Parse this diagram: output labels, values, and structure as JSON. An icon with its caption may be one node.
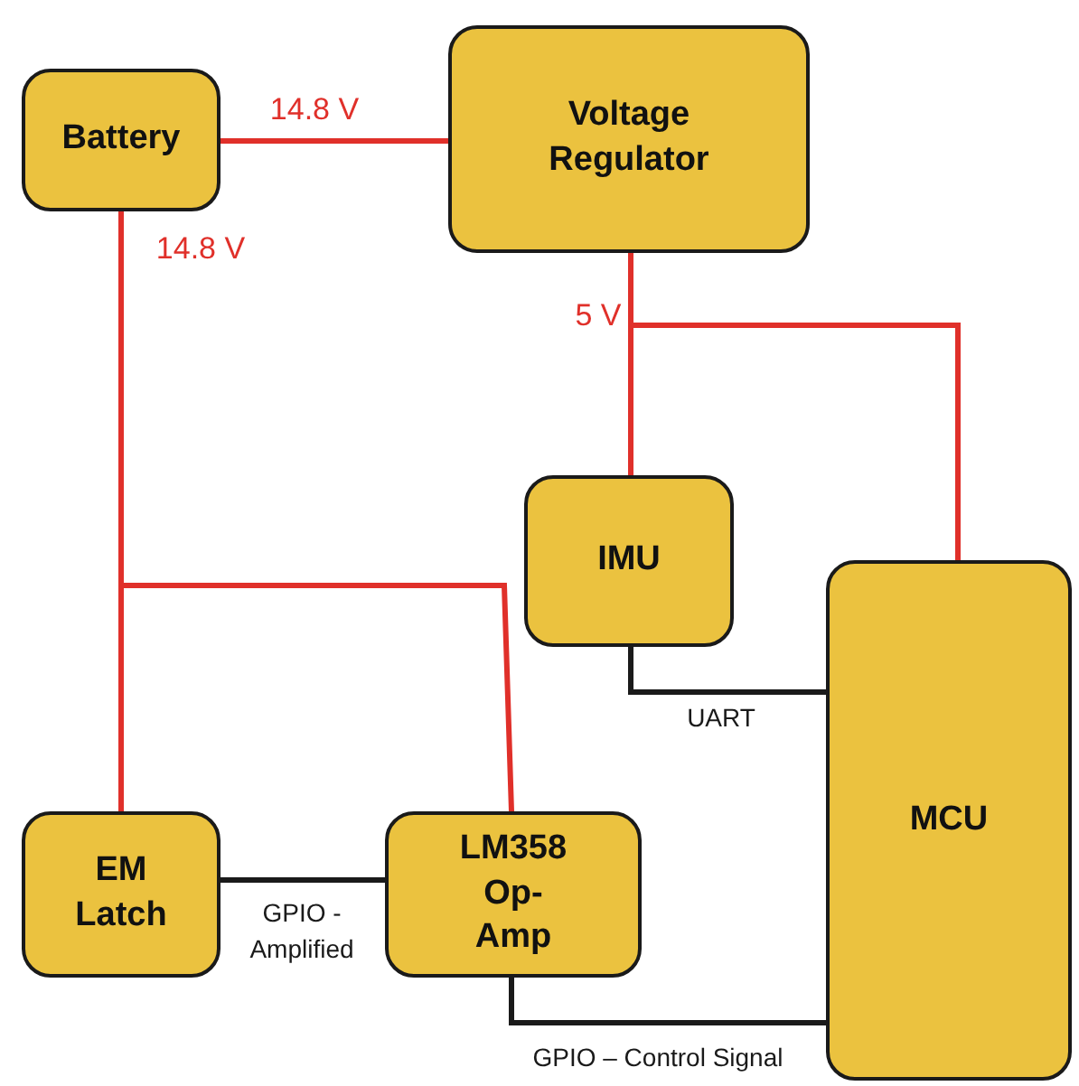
{
  "diagram": {
    "nodes": [
      {
        "text": [
          "Battery"
        ]
      },
      {
        "text": [
          "Voltage Regulator"
        ]
      },
      {
        "text": [
          "IMU"
        ]
      },
      {
        "text": [
          "MCU"
        ]
      },
      {
        "text": [
          "EM Latch"
        ]
      },
      {
        "text": [
          "LM358 Op-Amp"
        ]
      }
    ],
    "edges": [
      {
        "from": 0,
        "to": 1,
        "arrow": "none",
        "label": "14.8 V"
      },
      {
        "from": 0,
        "to": 4,
        "arrow": "none",
        "label": "14.8 V"
      },
      {
        "from": 0,
        "to": 5,
        "arrow": "none"
      },
      {
        "from": 1,
        "to": 2,
        "arrow": "none",
        "label": "5 V"
      },
      {
        "from": 1,
        "to": 3,
        "arrow": "none"
      },
      {
        "from": 2,
        "to": 3,
        "arrow": "none",
        "label": "UART",
        "color": "#1a1a1a"
      },
      {
        "from": 4,
        "to": 5,
        "arrow": "none",
        "label": "GPIO - Amplified",
        "color": "#1a1a1a"
      },
      {
        "from": 5,
        "to": 3,
        "arrow": "none",
        "label": "GPIO – Control Signal",
        "color": "#1a1a1a"
      }
    ]
  }
}
